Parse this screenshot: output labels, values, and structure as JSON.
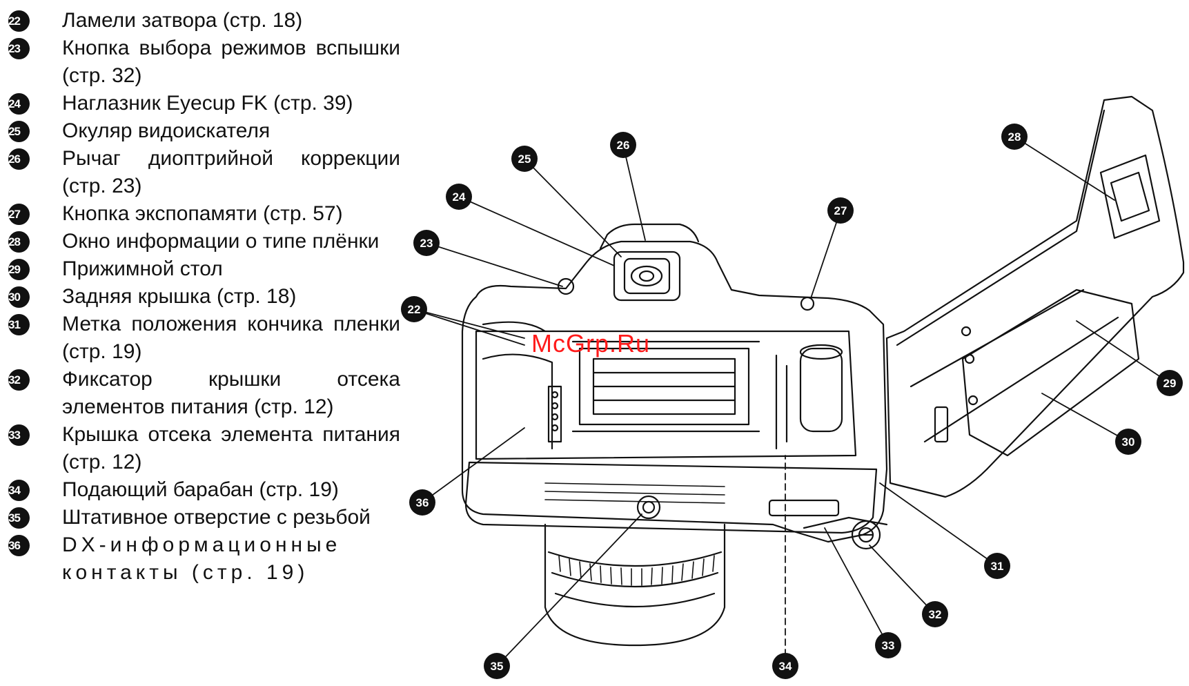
{
  "legend": [
    {
      "num": "22",
      "text": "Ламели затвора (стр. 18)"
    },
    {
      "num": "23",
      "text": "Кнопка выбора режимов вспышки (стр. 32)"
    },
    {
      "num": "24",
      "text": "Наглазник Eyecup FK (стр. 39)"
    },
    {
      "num": "25",
      "text": "Окуляр видоискателя"
    },
    {
      "num": "26",
      "text": "Рычаг диоптрийной коррекции (стр. 23)"
    },
    {
      "num": "27",
      "text": "Кнопка экспопамяти (стр. 57)"
    },
    {
      "num": "28",
      "text": "Окно информации о типе плёнки"
    },
    {
      "num": "29",
      "text": "Прижимной стол"
    },
    {
      "num": "30",
      "text": "Задняя крышка (стр. 18)"
    },
    {
      "num": "31",
      "text": "Метка положения кончика пленки (стр. 19)"
    },
    {
      "num": "32",
      "text": "Фиксатор крышки отсека элементов питания (стр. 12)"
    },
    {
      "num": "33",
      "text": "Крышка отсека элемента питания (стр. 12)"
    },
    {
      "num": "34",
      "text": "Подающий барабан (стр. 19)"
    },
    {
      "num": "35",
      "text": "Штативное отверстие с резьбой"
    },
    {
      "num": "36",
      "text": "DX-информационные контакты (стр. 19)"
    }
  ],
  "watermark": "McGrp.Ru",
  "callouts": [
    "22",
    "23",
    "24",
    "25",
    "26",
    "27",
    "28",
    "29",
    "30",
    "31",
    "32",
    "33",
    "34",
    "35",
    "36"
  ]
}
